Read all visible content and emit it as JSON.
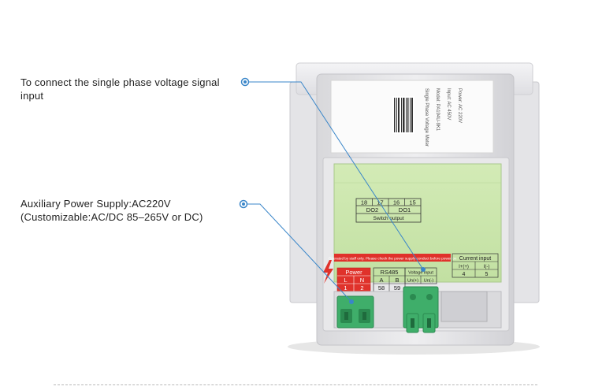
{
  "annotations": {
    "voltage_signal": {
      "line1": "To connect the single phase voltage signal",
      "line2": "input"
    },
    "aux_power": {
      "line1": "Auxiliary Power Supply:AC220V",
      "line2": "(Customizable:AC/DC 85–265V or DC)"
    }
  },
  "device": {
    "switch_output": {
      "title": "Switch output",
      "terminals": [
        "18",
        "17",
        "16",
        "15"
      ],
      "groups": [
        "DO2",
        "DO1"
      ]
    },
    "warning_text": "Operated by staff only. Please check the power supply conduct before power on",
    "power": {
      "title": "Power",
      "cols": [
        "L",
        "N"
      ],
      "nums": [
        "1",
        "2"
      ]
    },
    "rs485": {
      "title": "RS485",
      "cols": [
        "A",
        "B"
      ],
      "nums": [
        "58",
        "59"
      ]
    },
    "voltage_input": {
      "title": "Voltage input",
      "cols": [
        "Un(+)",
        "Un(-)"
      ]
    },
    "current_input": {
      "title": "Current input",
      "cols": [
        "I+(+)",
        "I(-)"
      ],
      "nums": [
        "4",
        "5"
      ]
    },
    "top_label": {
      "title": "Single Phase Voltage Meter",
      "lines": [
        "Model: PA194U-9K1",
        "Input: AC 450V",
        "Power: AC 220V"
      ]
    }
  },
  "colors": {
    "panel": "#cfe8b0",
    "connector": "#3fae6a",
    "warning": "#e0322b",
    "pointer": "#3a86c9"
  }
}
